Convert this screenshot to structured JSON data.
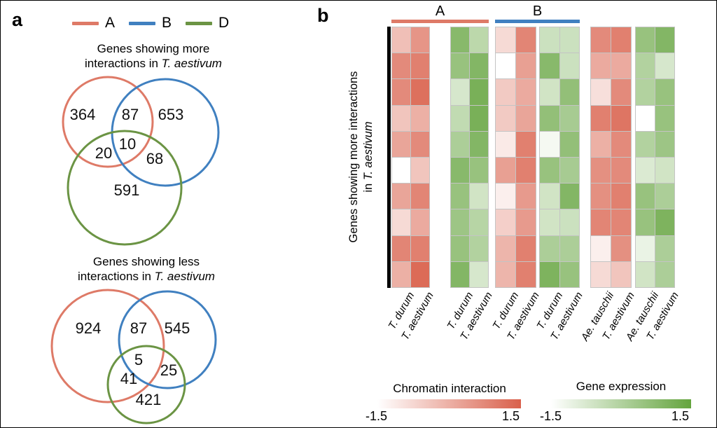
{
  "panel_a": {
    "label": "a",
    "legend": [
      {
        "label": "A",
        "color": "#DE7A67"
      },
      {
        "label": "B",
        "color": "#4080C0"
      },
      {
        "label": "D",
        "color": "#6B9444"
      }
    ],
    "venns": [
      {
        "title_line1": "Genes showing more",
        "title_line2": "interactions in",
        "species": "T. aestivum"
      },
      {
        "title_line1": "Genes showing less",
        "title_line2": "interactions in",
        "species": "T. aestivum"
      }
    ]
  },
  "panel_b": {
    "label": "b",
    "groups": [
      {
        "label": "A",
        "color": "#DE7A67"
      },
      {
        "label": "B",
        "color": "#4080C0"
      }
    ],
    "y_label_line1": "Genes showing more interactions",
    "y_label_line2": "in",
    "y_label_species": "T. aestivum",
    "legends": [
      {
        "title": "Chromatin interaction",
        "min": "-1.5",
        "max": "1.5",
        "color_low": "#FFFFFF",
        "color_high": "#D9604B"
      },
      {
        "title": "Gene expression",
        "min": "-1.5",
        "max": "1.5",
        "color_low": "#FFFFFF",
        "color_high": "#64A43E"
      }
    ]
  },
  "chart_data": [
    {
      "type": "venn",
      "title": "Genes showing more interactions in T. aestivum",
      "sets": [
        "A",
        "B",
        "D"
      ],
      "regions": {
        "A_only": "364",
        "A_and_B": "87",
        "B_only": "653",
        "A_and_D": "20",
        "A_and_B_and_D": "10",
        "B_and_D": "68",
        "D_only": "591"
      }
    },
    {
      "type": "venn",
      "title": "Genes showing less interactions in T. aestivum",
      "sets": [
        "A",
        "B",
        "D"
      ],
      "regions": {
        "A_only": "924",
        "A_and_B": "87",
        "B_only": "545",
        "A_and_B_and_D": "5",
        "B_and_D": "25",
        "A_and_D": "41",
        "D_only": "421"
      }
    },
    {
      "type": "heatmap",
      "rows_label": "Genes showing more interactions in T. aestivum",
      "value_range": [
        -1.5,
        1.5
      ],
      "n_rows": 10,
      "column_groups": [
        {
          "group": "A",
          "measure": "Chromatin interaction",
          "columns": [
            "T. durum",
            "T. aestivum"
          ],
          "values": [
            [
              -0.3,
              0.5
            ],
            [
              0.7,
              0.9
            ],
            [
              0.7,
              1.2
            ],
            [
              -0.4,
              0.0
            ],
            [
              0.2,
              0.7
            ],
            [
              -1.5,
              -0.4
            ],
            [
              0.2,
              0.8
            ],
            [
              -0.8,
              0.1
            ],
            [
              0.8,
              0.9
            ],
            [
              0.0,
              1.3
            ]
          ]
        },
        {
          "group": "A",
          "measure": "Gene expression",
          "columns": [
            "T. durum",
            "T. aestivum"
          ],
          "values": [
            [
              0.8,
              -0.2
            ],
            [
              0.5,
              0.9
            ],
            [
              -0.7,
              1.1
            ],
            [
              -0.3,
              1.1
            ],
            [
              0.1,
              0.9
            ],
            [
              0.8,
              0.5
            ],
            [
              0.5,
              -0.6
            ],
            [
              0.4,
              -0.1
            ],
            [
              0.5,
              0.0
            ],
            [
              0.9,
              -0.7
            ]
          ]
        },
        {
          "group": "B",
          "measure": "Chromatin interaction",
          "columns": [
            "T. durum",
            "T. aestivum"
          ],
          "values": [
            [
              -0.8,
              0.8
            ],
            [
              -1.5,
              0.3
            ],
            [
              -0.5,
              0.1
            ],
            [
              -0.5,
              0.2
            ],
            [
              -1.1,
              0.9
            ],
            [
              0.3,
              0.9
            ],
            [
              -1.2,
              0.4
            ],
            [
              -0.6,
              0.4
            ],
            [
              -0.1,
              0.9
            ],
            [
              -0.1,
              0.9
            ]
          ]
        },
        {
          "group": "B",
          "measure": "Gene expression",
          "columns": [
            "T. durum",
            "T. aestivum"
          ],
          "values": [
            [
              -0.5,
              -0.5
            ],
            [
              0.8,
              -0.5
            ],
            [
              -0.6,
              0.6
            ],
            [
              0.6,
              0.2
            ],
            [
              -1.3,
              0.6
            ],
            [
              0.5,
              0.2
            ],
            [
              -0.6,
              0.9
            ],
            [
              -0.6,
              -0.5
            ],
            [
              0.1,
              0.1
            ],
            [
              1.0,
              0.5
            ]
          ]
        },
        {
          "group": "",
          "measure": "Chromatin interaction",
          "columns": [
            "Ae. tauschii",
            "T. aestivum"
          ],
          "values": [
            [
              0.7,
              0.9
            ],
            [
              0.1,
              0.1
            ],
            [
              -0.9,
              0.7
            ],
            [
              0.9,
              1.1
            ],
            [
              0.0,
              0.7
            ],
            [
              0.6,
              0.7
            ],
            [
              0.6,
              0.9
            ],
            [
              0.8,
              0.8
            ],
            [
              -1.2,
              0.6
            ],
            [
              -0.8,
              -0.4
            ]
          ]
        },
        {
          "group": "",
          "measure": "Gene expression",
          "columns": [
            "Ae. tauschii",
            "T. aestivum"
          ],
          "values": [
            [
              0.5,
              0.9
            ],
            [
              0.0,
              -0.7
            ],
            [
              0.0,
              0.5
            ],
            [
              -1.5,
              0.5
            ],
            [
              0.0,
              0.4
            ],
            [
              -0.8,
              -0.6
            ],
            [
              0.5,
              0.1
            ],
            [
              0.5,
              1.0
            ],
            [
              -1.1,
              0.1
            ],
            [
              -0.6,
              0.1
            ]
          ]
        }
      ]
    }
  ]
}
